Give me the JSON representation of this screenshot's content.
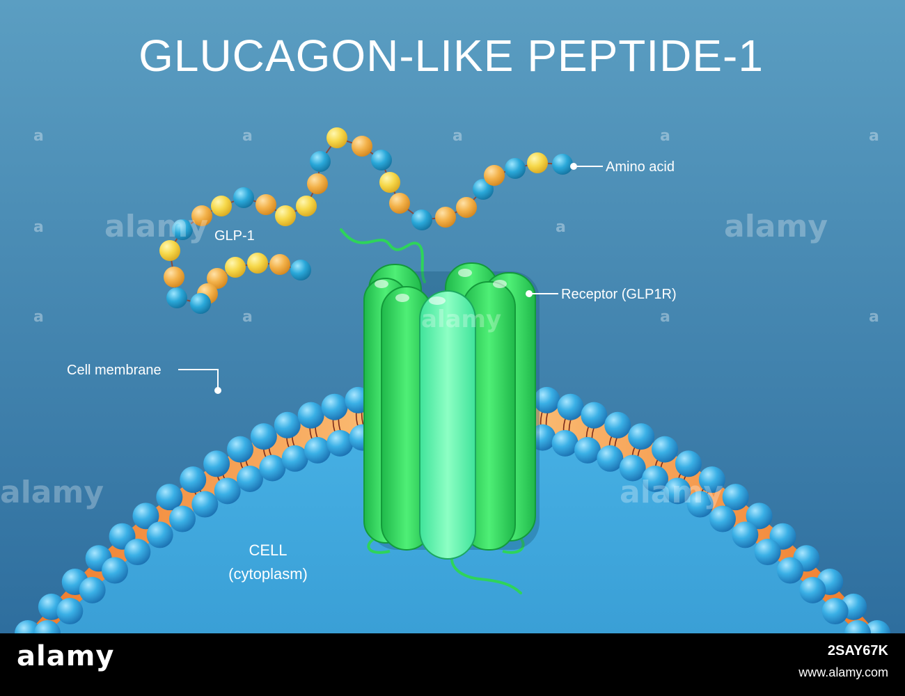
{
  "title": "GLUCAGON-LIKE PEPTIDE-1",
  "labels": {
    "amino_acid": "Amino acid",
    "glp1": "GLP-1",
    "receptor": "Receptor (GLP1R)",
    "membrane": "Cell membrane",
    "cell": "CELL",
    "cytoplasm": "(cytoplasm)"
  },
  "watermark": {
    "text": "alamy",
    "small_mark": "a"
  },
  "footer": {
    "brand": "alamy",
    "image_id": "2SAY67K",
    "url": "www.alamy.com"
  },
  "colors": {
    "background_top": "#5b9ec2",
    "background_bottom": "#2e6e9e",
    "cytoplasm": "#3ea6dc",
    "membrane_core": "#f08a3a",
    "membrane_core_light": "#fbc27a",
    "lipid_head": "#2f9edb",
    "receptor_green": "#2fd34f",
    "receptor_light": "#7dffb0",
    "amino_yellow": "#f6d84a",
    "amino_orange": "#f3b24a",
    "amino_blue": "#2aa8d9"
  },
  "icons": {
    "lipid_head": "sphere",
    "amino_acid": "bead",
    "receptor": "seven-helix-transmembrane-protein"
  }
}
